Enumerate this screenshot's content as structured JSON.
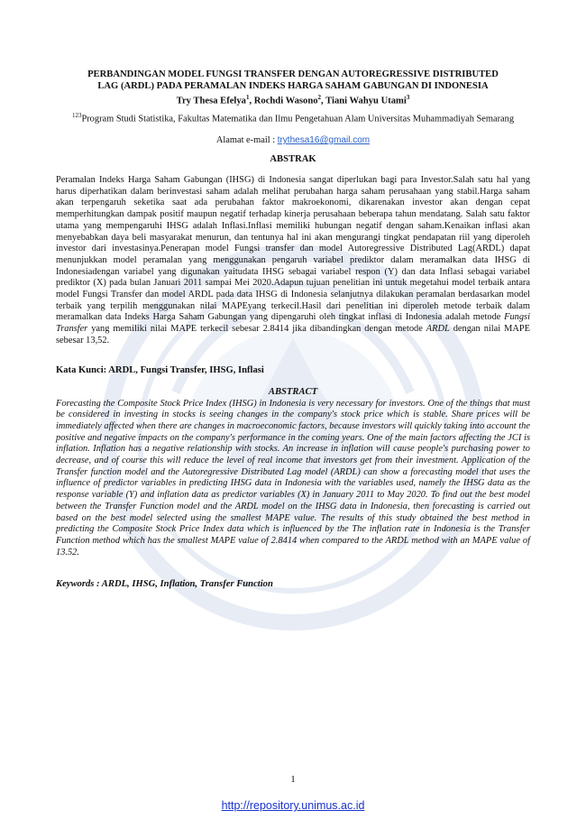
{
  "paper": {
    "title_line1": "PERBANDINGAN MODEL FUNGSI TRANSFER DENGAN AUTOREGRESSIVE DISTRIBUTED",
    "title_line2": "LAG (ARDL) PADA PERAMALAN INDEKS HARGA SAHAM GABUNGAN DI INDONESIA",
    "authors": [
      {
        "name": "Try Thesa Efelya",
        "sup": "1"
      },
      {
        "name": "Rochdi Wasono",
        "sup": "2"
      },
      {
        "name": "Tiani Wahyu Utami",
        "sup": "3"
      }
    ],
    "affiliation_sup": "123",
    "affiliation": "Program Studi Statistika, Fakultas Matematika dan Ilmu Pengetahuan Alam Universitas Muhammadiyah Semarang",
    "email_label": "Alamat e-mail :",
    "email": "trythesa16@gmail.com",
    "abstrak_heading": "ABSTRAK",
    "abstrak_part1": "Peramalan Indeks Harga Saham Gabungan (IHSG) di Indonesia sangat diperlukan bagi para Investor.Salah satu hal yang harus diperhatikan dalam berinvestasi saham adalah melihat perubahan harga saham perusahaan yang stabil.Harga saham akan terpengaruh seketika saat ada perubahan faktor makroekonomi, dikarenakan investor akan dengan cepat memperhitungkan dampak positif maupun negatif terhadap kinerja perusahaan beberapa tahun mendatang. Salah satu faktor utama yang mempengaruhi IHSG adalah Inflasi.Inflasi memiliki hubungan negatif dengan saham.Kenaikan inflasi akan menyebabkan daya beli masyarakat menurun, dan tentunya hal ini akan mengurangi tingkat pendapatan riil yang diperoleh investor dari investasinya.Penerapan model Fungsi transfer dan model Autoregressive Distributed Lag(ARDL) dapat menunjukkan model peramalan yang menggunakan pengaruh variabel prediktor dalam meramalkan data IHSG di Indonesiadengan variabel yang digunakan yaitudata IHSG sebagai variabel respon (Y) dan data Inflasi sebagai variabel prediktor (X) pada bulan Januari 2011 sampai Mei 2020.Adapun tujuan penelitian ini untuk megetahui model terbaik antara model Fungsi Transfer dan model ARDL pada data IHSG di Indonesia selanjutnya dilakukan peramalan berdasarkan model terbaik yang terpilih menggunakan nilai MAPEyang terkecil.Hasil dari penelitian ini diperoleh metode terbaik dalam meramalkan data Indeks Harga Saham Gabungan yang dipengaruhi oleh tingkat inflasi di Indonesia adalah metode ",
    "abstrak_italic1": "Fungsi Transfer",
    "abstrak_part2": " yang memiliki nilai MAPE terkecil sebesar 2.8414 jika dibandingkan dengan metode ",
    "abstrak_italic2": "ARDL",
    "abstrak_part3": " dengan nilai MAPE sebesar 13,52.",
    "kata_kunci": "Kata Kunci: ARDL, Fungsi Transfer, IHSG, Inflasi",
    "abstract_heading": "ABSTRACT",
    "abstract_text": "Forecasting the Composite Stock Price Index (IHSG) in Indonesia is very necessary for investors. One of the things that must be considered in investing in stocks is seeing changes in the company's stock price which is stable. Share prices will be immediately affected when there are changes in macroeconomic factors, because investors will quickly taking into account the positive and negative impacts on the company's performance in the coming years. One of the main factors affecting the JCI is inflation. Inflation has a negative relationship with stocks. An increase in inflation will cause people's purchasing power to decrease, and of course this will reduce the level of real income that investors get from their investment. Application of the Transfer function model and the Autoregressive Distributed Lag model (ARDL) can show a forecasting model that uses the influence of predictor variables in predicting IHSG data in Indonesia with the variables used, namely the IHSG data as the response variable (Y) and inflation data as predictor variables (X) in January 2011 to May 2020. To find out the best model between the Transfer Function model and the ARDL model on the IHSG data in Indonesia, then forecasting is carried out based on the best model selected using the smallest MAPE value. The results of this study obtained the best method in predicting the Composite Stock Price Index data which is influenced by the The inflation rate in Indonesia is the Transfer Function method which has the smallest MAPE value of 2.8414 when compared to the ARDL method with an MAPE value of 13.52.",
    "keywords": "Keywords : ARDL, IHSG, Inflation, Transfer Function",
    "page_number": "1",
    "footer_url": "http://repository.unimus.ac.id"
  },
  "colors": {
    "link": "#2a62c9",
    "footer_link": "#1a33cc",
    "watermark": "#1f4fa8"
  },
  "icons": {
    "watermark": "university-seal-logo"
  }
}
